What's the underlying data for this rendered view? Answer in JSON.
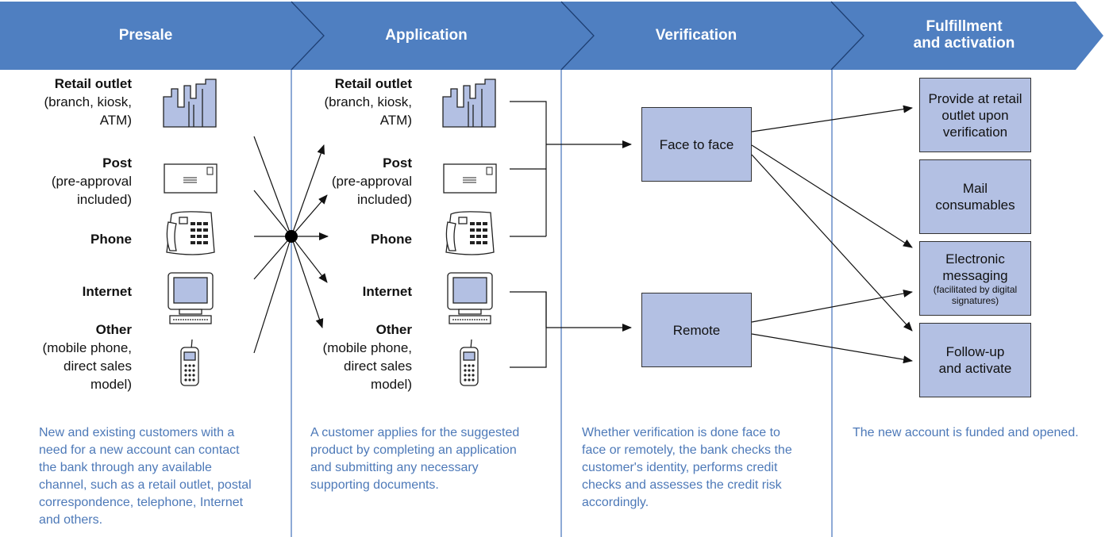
{
  "stages": [
    {
      "lines": [
        "Presale"
      ]
    },
    {
      "lines": [
        "Application"
      ]
    },
    {
      "lines": [
        "Verification"
      ]
    },
    {
      "lines": [
        "Fulfillment",
        "and activation"
      ]
    }
  ],
  "channels": [
    {
      "name": "Retail outlet",
      "detail": [
        "(branch, kiosk,",
        "ATM)"
      ],
      "icon": "building-icon"
    },
    {
      "name": "Post",
      "detail": [
        "(pre-approval",
        "included)"
      ],
      "icon": "envelope-icon"
    },
    {
      "name": "Phone",
      "detail": [],
      "icon": "telephone-icon"
    },
    {
      "name": "Internet",
      "detail": [],
      "icon": "computer-icon"
    },
    {
      "name": "Other",
      "detail": [
        "(mobile phone,",
        "direct sales",
        "model)"
      ],
      "icon": "mobile-phone-icon"
    }
  ],
  "verification": {
    "face_to_face": "Face to face",
    "remote": "Remote"
  },
  "fulfillment": {
    "retail": [
      "Provide at retail",
      "outlet upon",
      "verification"
    ],
    "mail": [
      "Mail",
      "consumables"
    ],
    "electronic": [
      "Electronic",
      "messaging"
    ],
    "electronic_note": [
      "(facilitated by digital",
      "signatures)"
    ],
    "followup": [
      "Follow-up",
      "and activate"
    ]
  },
  "descriptions": {
    "presale": [
      "New and existing customers with a",
      "need for a new account can contact",
      "the bank through any available",
      "channel, such as a retail outlet, postal",
      "correspondence, telephone, Internet",
      "and others."
    ],
    "application": [
      "A customer applies for the suggested",
      "product by completing an application",
      "and submitting any necessary",
      "supporting documents."
    ],
    "verification": [
      "Whether verification is done face to",
      "face or remotely, the bank checks the",
      "customer's identity, performs credit",
      "checks and assesses the credit risk",
      "accordingly."
    ],
    "fulfillment": [
      "The new account is funded and opened."
    ]
  },
  "colors": {
    "banner": "#4f7fc1",
    "box_fill": "#b3c0e3",
    "divider": "#8eaad6",
    "description_text": "#4d79b8"
  }
}
